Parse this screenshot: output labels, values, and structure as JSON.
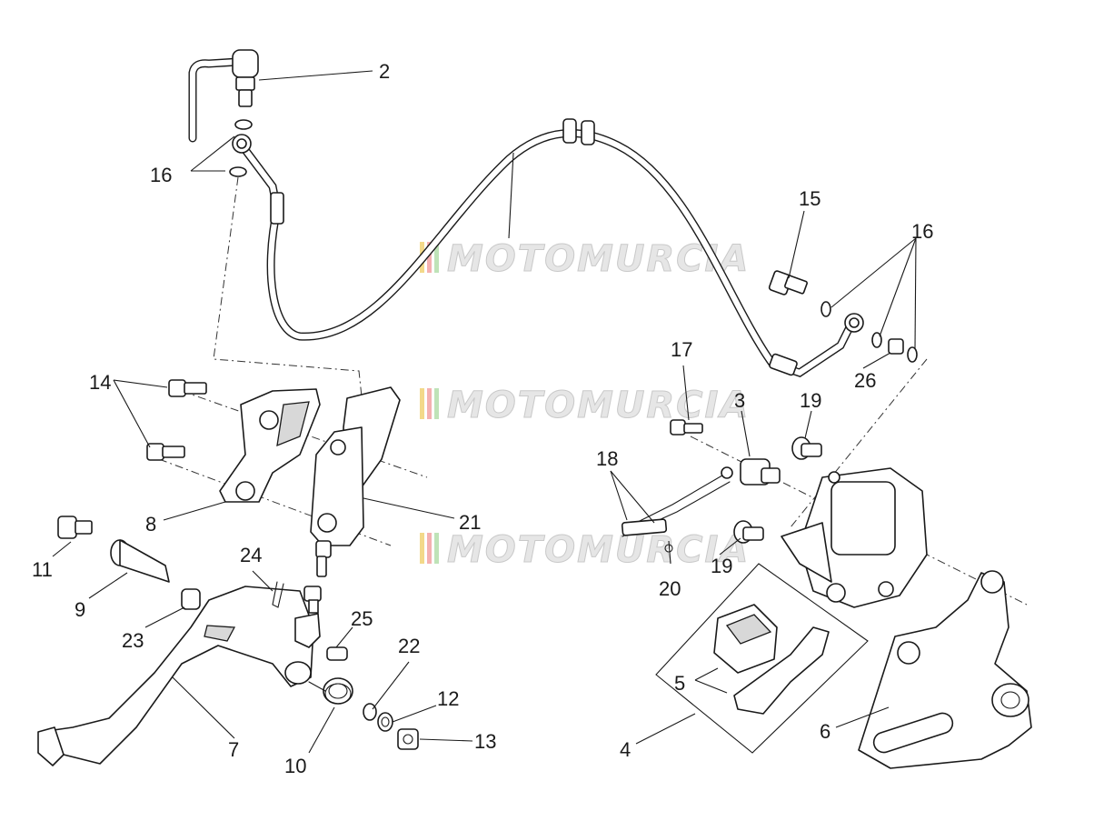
{
  "watermark": {
    "text": "MOTOMURCIA"
  },
  "callouts": {
    "c2": "2",
    "c3": "3",
    "c4": "4",
    "c5": "5",
    "c6": "6",
    "c7": "7",
    "c8": "8",
    "c9": "9",
    "c10": "10",
    "c11": "11",
    "c12": "12",
    "c13": "13",
    "c14": "14",
    "c15": "15",
    "c16a": "16",
    "c16b": "16",
    "c17": "17",
    "c18": "18",
    "c19a": "19",
    "c19b": "19",
    "c20": "20",
    "c21": "21",
    "c22": "22",
    "c23": "23",
    "c24": "24",
    "c25": "25",
    "c26": "26"
  }
}
